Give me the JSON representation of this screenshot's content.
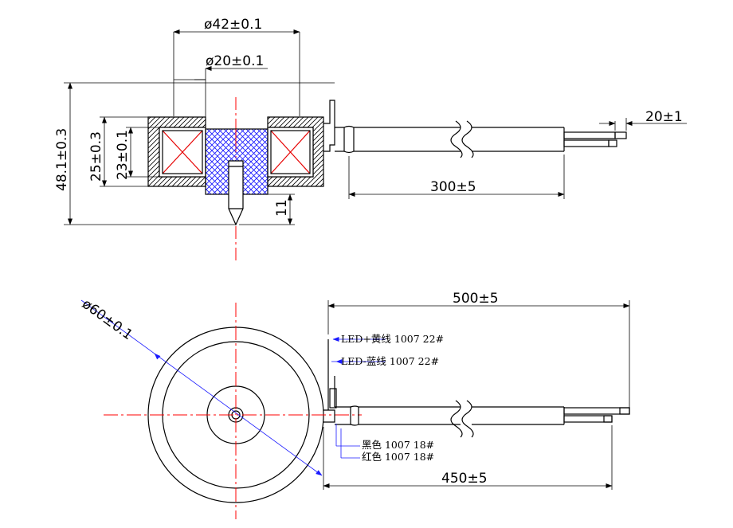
{
  "side_view": {
    "dim_outer_diameter": "ø42±0.1",
    "dim_inner_diameter": "ø20±0.1",
    "dim_total_height": "48.1±0.3",
    "dim_body_height": "25±0.3",
    "dim_coil_height": "23±0.1",
    "dim_pin_length": "11",
    "dim_strip_length": "20±1",
    "dim_lead_length": "300±5"
  },
  "top_view": {
    "dim_face_diameter": "ø60±0.1",
    "dim_wire_length_long": "500±5",
    "dim_wire_length_short": "450±5",
    "wires": [
      {
        "label": "LED+黄线  1007  22#",
        "color": "yellow"
      },
      {
        "label": "LED-蓝线  1007  22#",
        "color": "blue"
      },
      {
        "label": "黑色  1007  18#",
        "color": "black"
      },
      {
        "label": "红色  1007  18#",
        "color": "red"
      }
    ]
  },
  "colors": {
    "outline": "#000000",
    "centerline": "#ff0000",
    "hatch_blue": "#1a1aff",
    "coil_cross": "#e60000",
    "dimension_blue": "#1a1aff"
  }
}
